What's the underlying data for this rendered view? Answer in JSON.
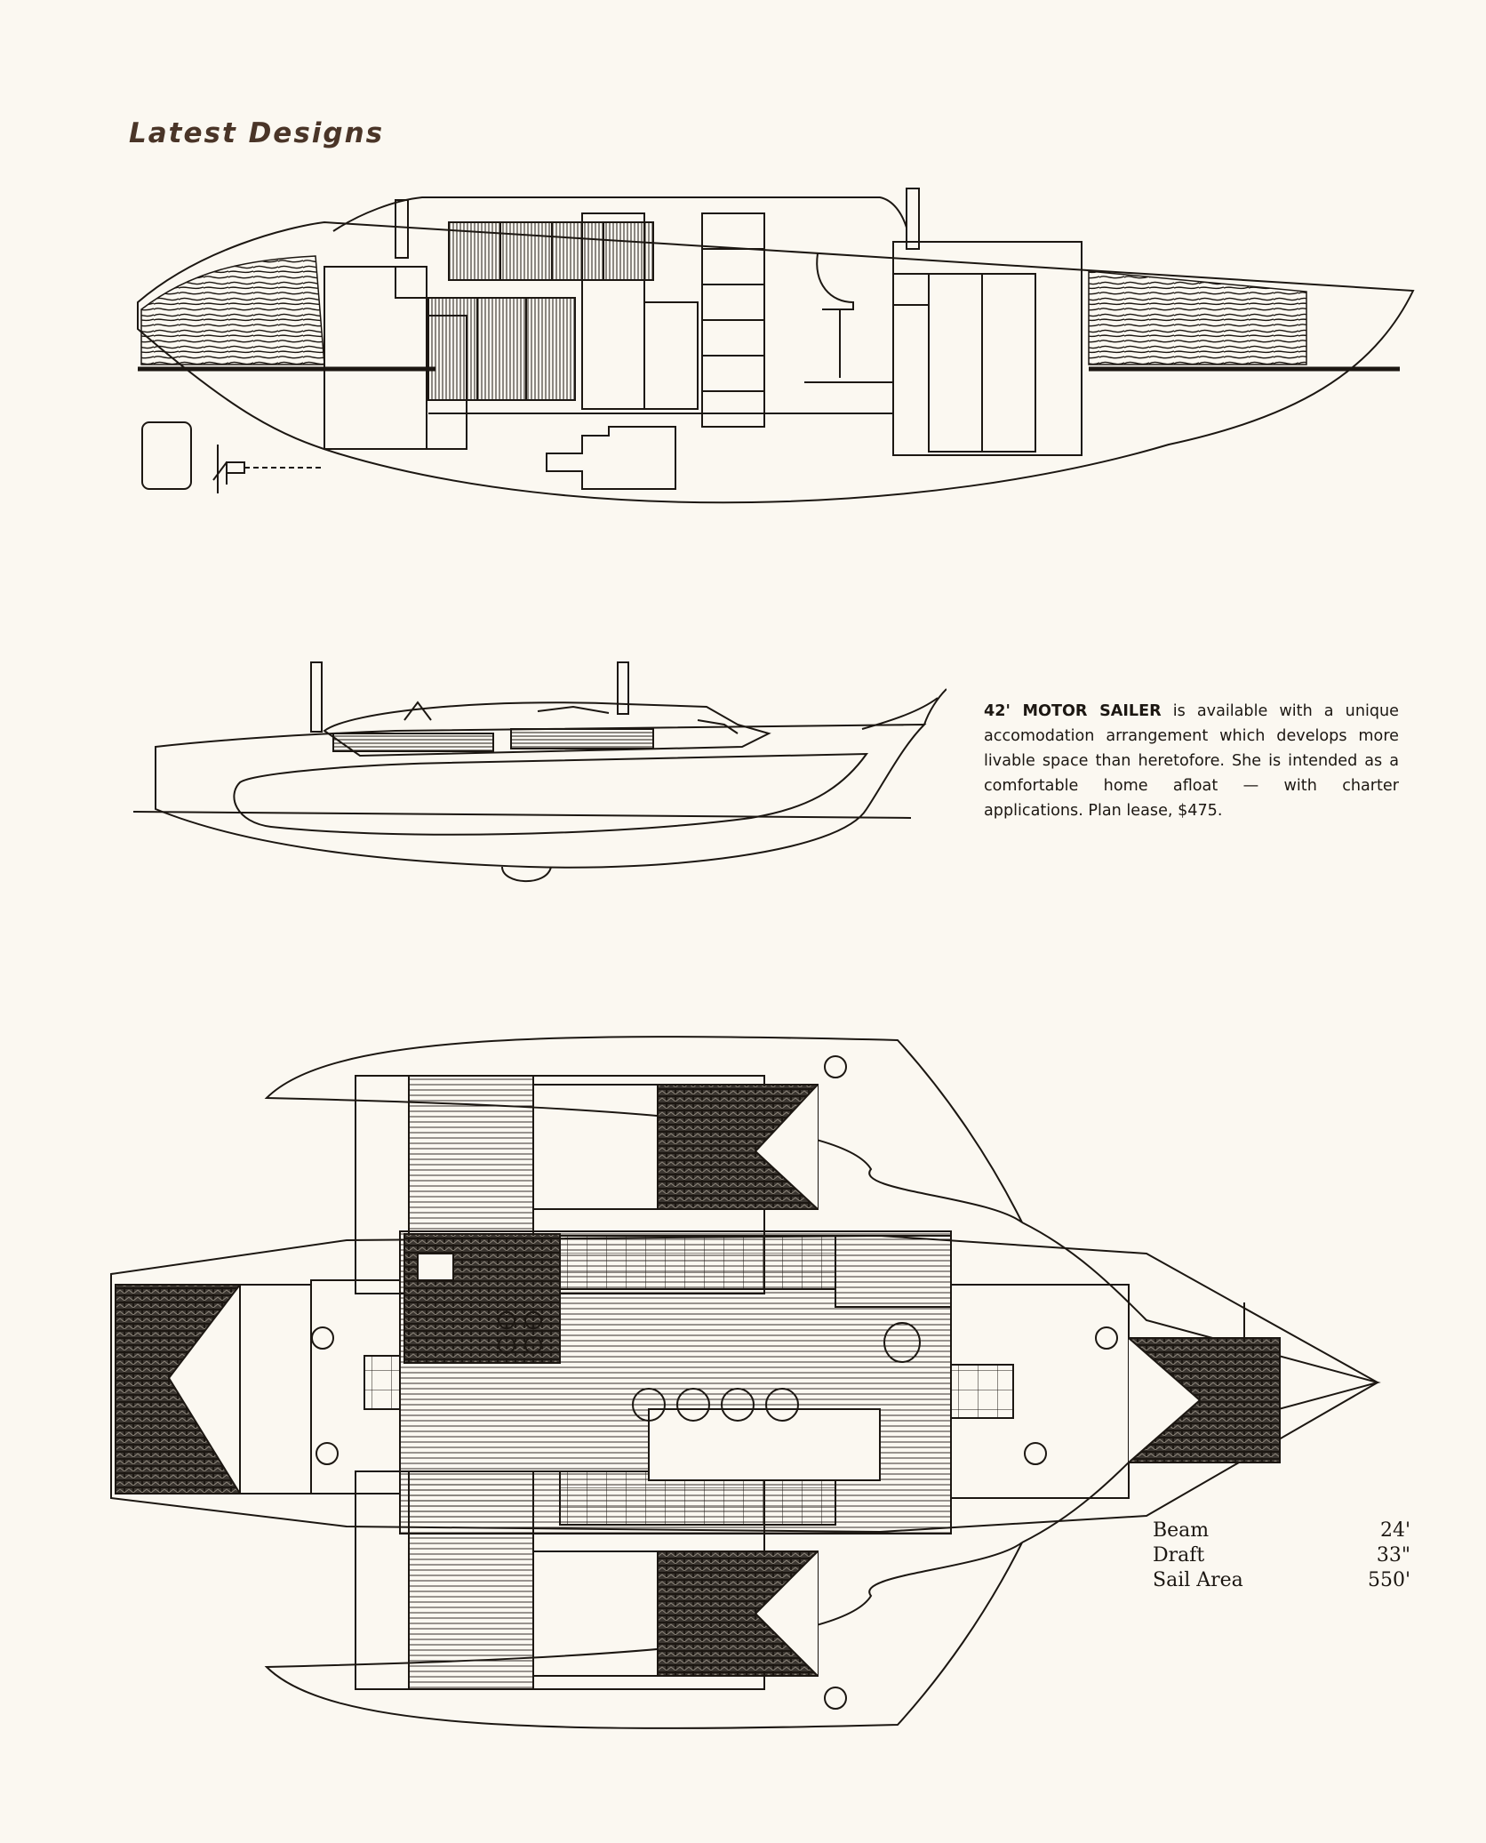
{
  "page": {
    "title": "Latest Designs"
  },
  "description": {
    "lead": "42' MOTOR SAILER",
    "body": " is available with a unique accomodation arrangement which develops more livable space than heretofore. She is intended as a comfortable home afloat — with charter applications. Plan lease, $475."
  },
  "specs": [
    {
      "label": "Beam",
      "value": "24'"
    },
    {
      "label": "Draft",
      "value": "33\""
    },
    {
      "label": "Sail Area",
      "value": "550'"
    }
  ]
}
